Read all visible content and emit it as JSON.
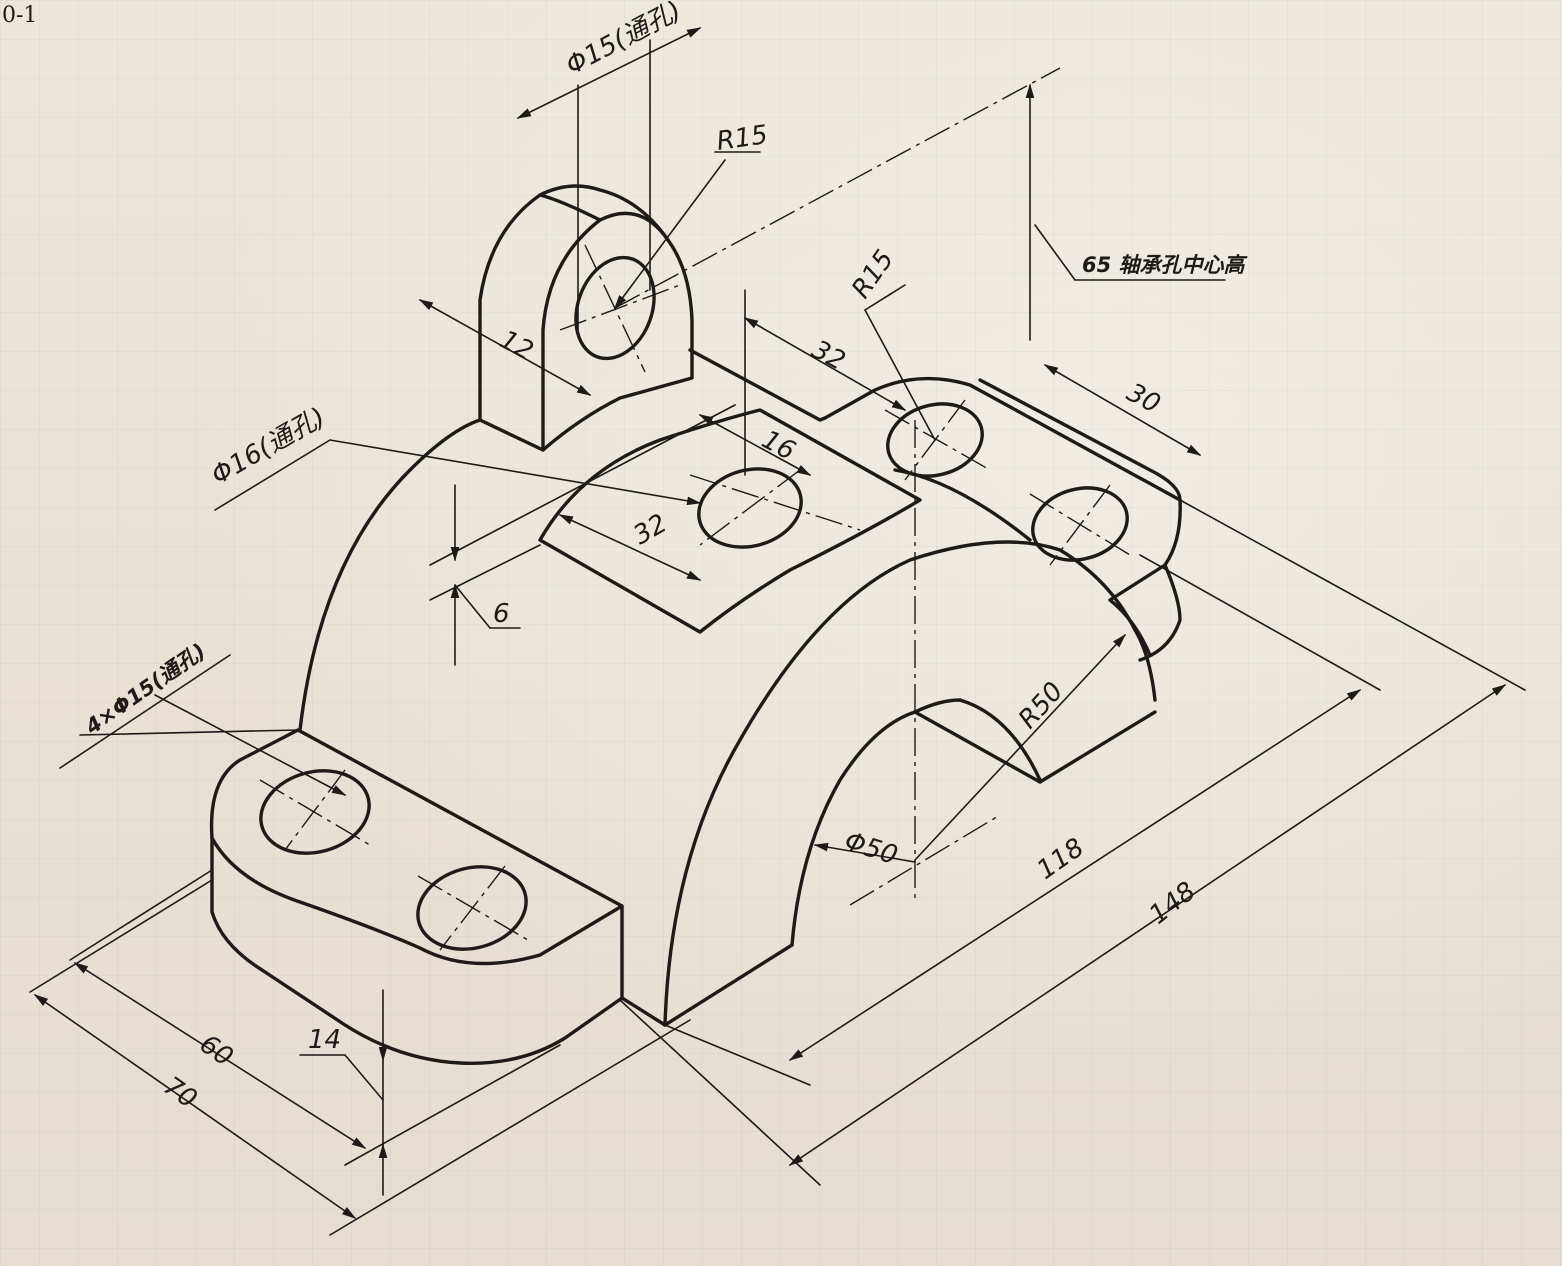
{
  "corner_label": "0-1",
  "dimensions": {
    "dia15_top": "Φ15(通孔)",
    "r15_top": "R15",
    "h65": "65 轴承孔中心高",
    "t12": "12",
    "w32_top": "32",
    "r15_right": "R15",
    "w30": "30",
    "w16": "16",
    "dia16": "Φ16(通孔)",
    "w32_slot": "32",
    "d6": "6",
    "holes4": "4×Φ15(通孔)",
    "r50": "R50",
    "dia50": "Φ50",
    "l118": "118",
    "l148": "148",
    "w60": "60",
    "w70": "70",
    "h14": "14"
  },
  "colors": {
    "paper": "#e9e3d7",
    "ink": "#1e1a17"
  }
}
